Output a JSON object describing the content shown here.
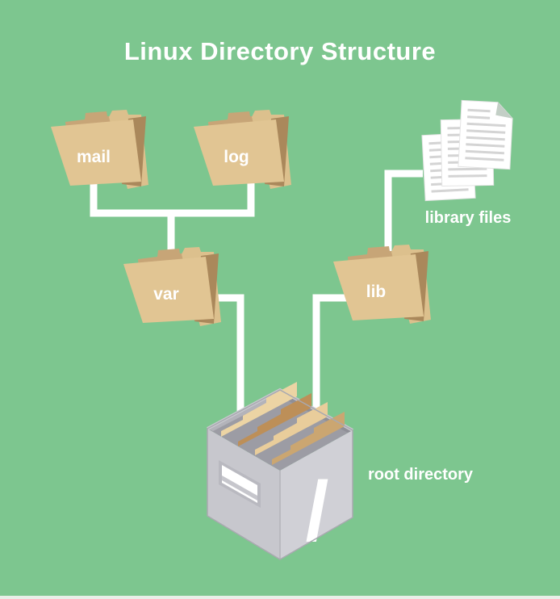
{
  "title": "Linux Directory Structure",
  "nodes": {
    "mail": {
      "label": "mail",
      "type": "folder"
    },
    "log": {
      "label": "log",
      "type": "folder"
    },
    "var": {
      "label": "var",
      "type": "folder"
    },
    "lib": {
      "label": "lib",
      "type": "folder"
    },
    "library_files": {
      "label": "library files",
      "type": "document-stack"
    },
    "root_directory": {
      "label": "root directory",
      "symbol": "/",
      "type": "file-box"
    }
  },
  "edges": [
    "mail-var",
    "log-var",
    "var-root",
    "lib-root",
    "lib-library_files"
  ],
  "colors": {
    "background": "#7dc68f",
    "connector": "#ffffff",
    "text": "#ffffff",
    "folder_front": "#e1c593",
    "folder_back": "#c7a577",
    "folder_fold": "#aa885b",
    "folder_sheet": "#dcc08d",
    "document": "#ffffff",
    "document_lines": "#d4d4d4",
    "document_fold": "#c3cfc6",
    "box_left_face": "#c7c7cd",
    "box_right_face": "#d0d0d6",
    "box_interior": "#9c9ca4",
    "divider_light": "#ecd4a4",
    "divider_dark": "#bd8f58"
  }
}
